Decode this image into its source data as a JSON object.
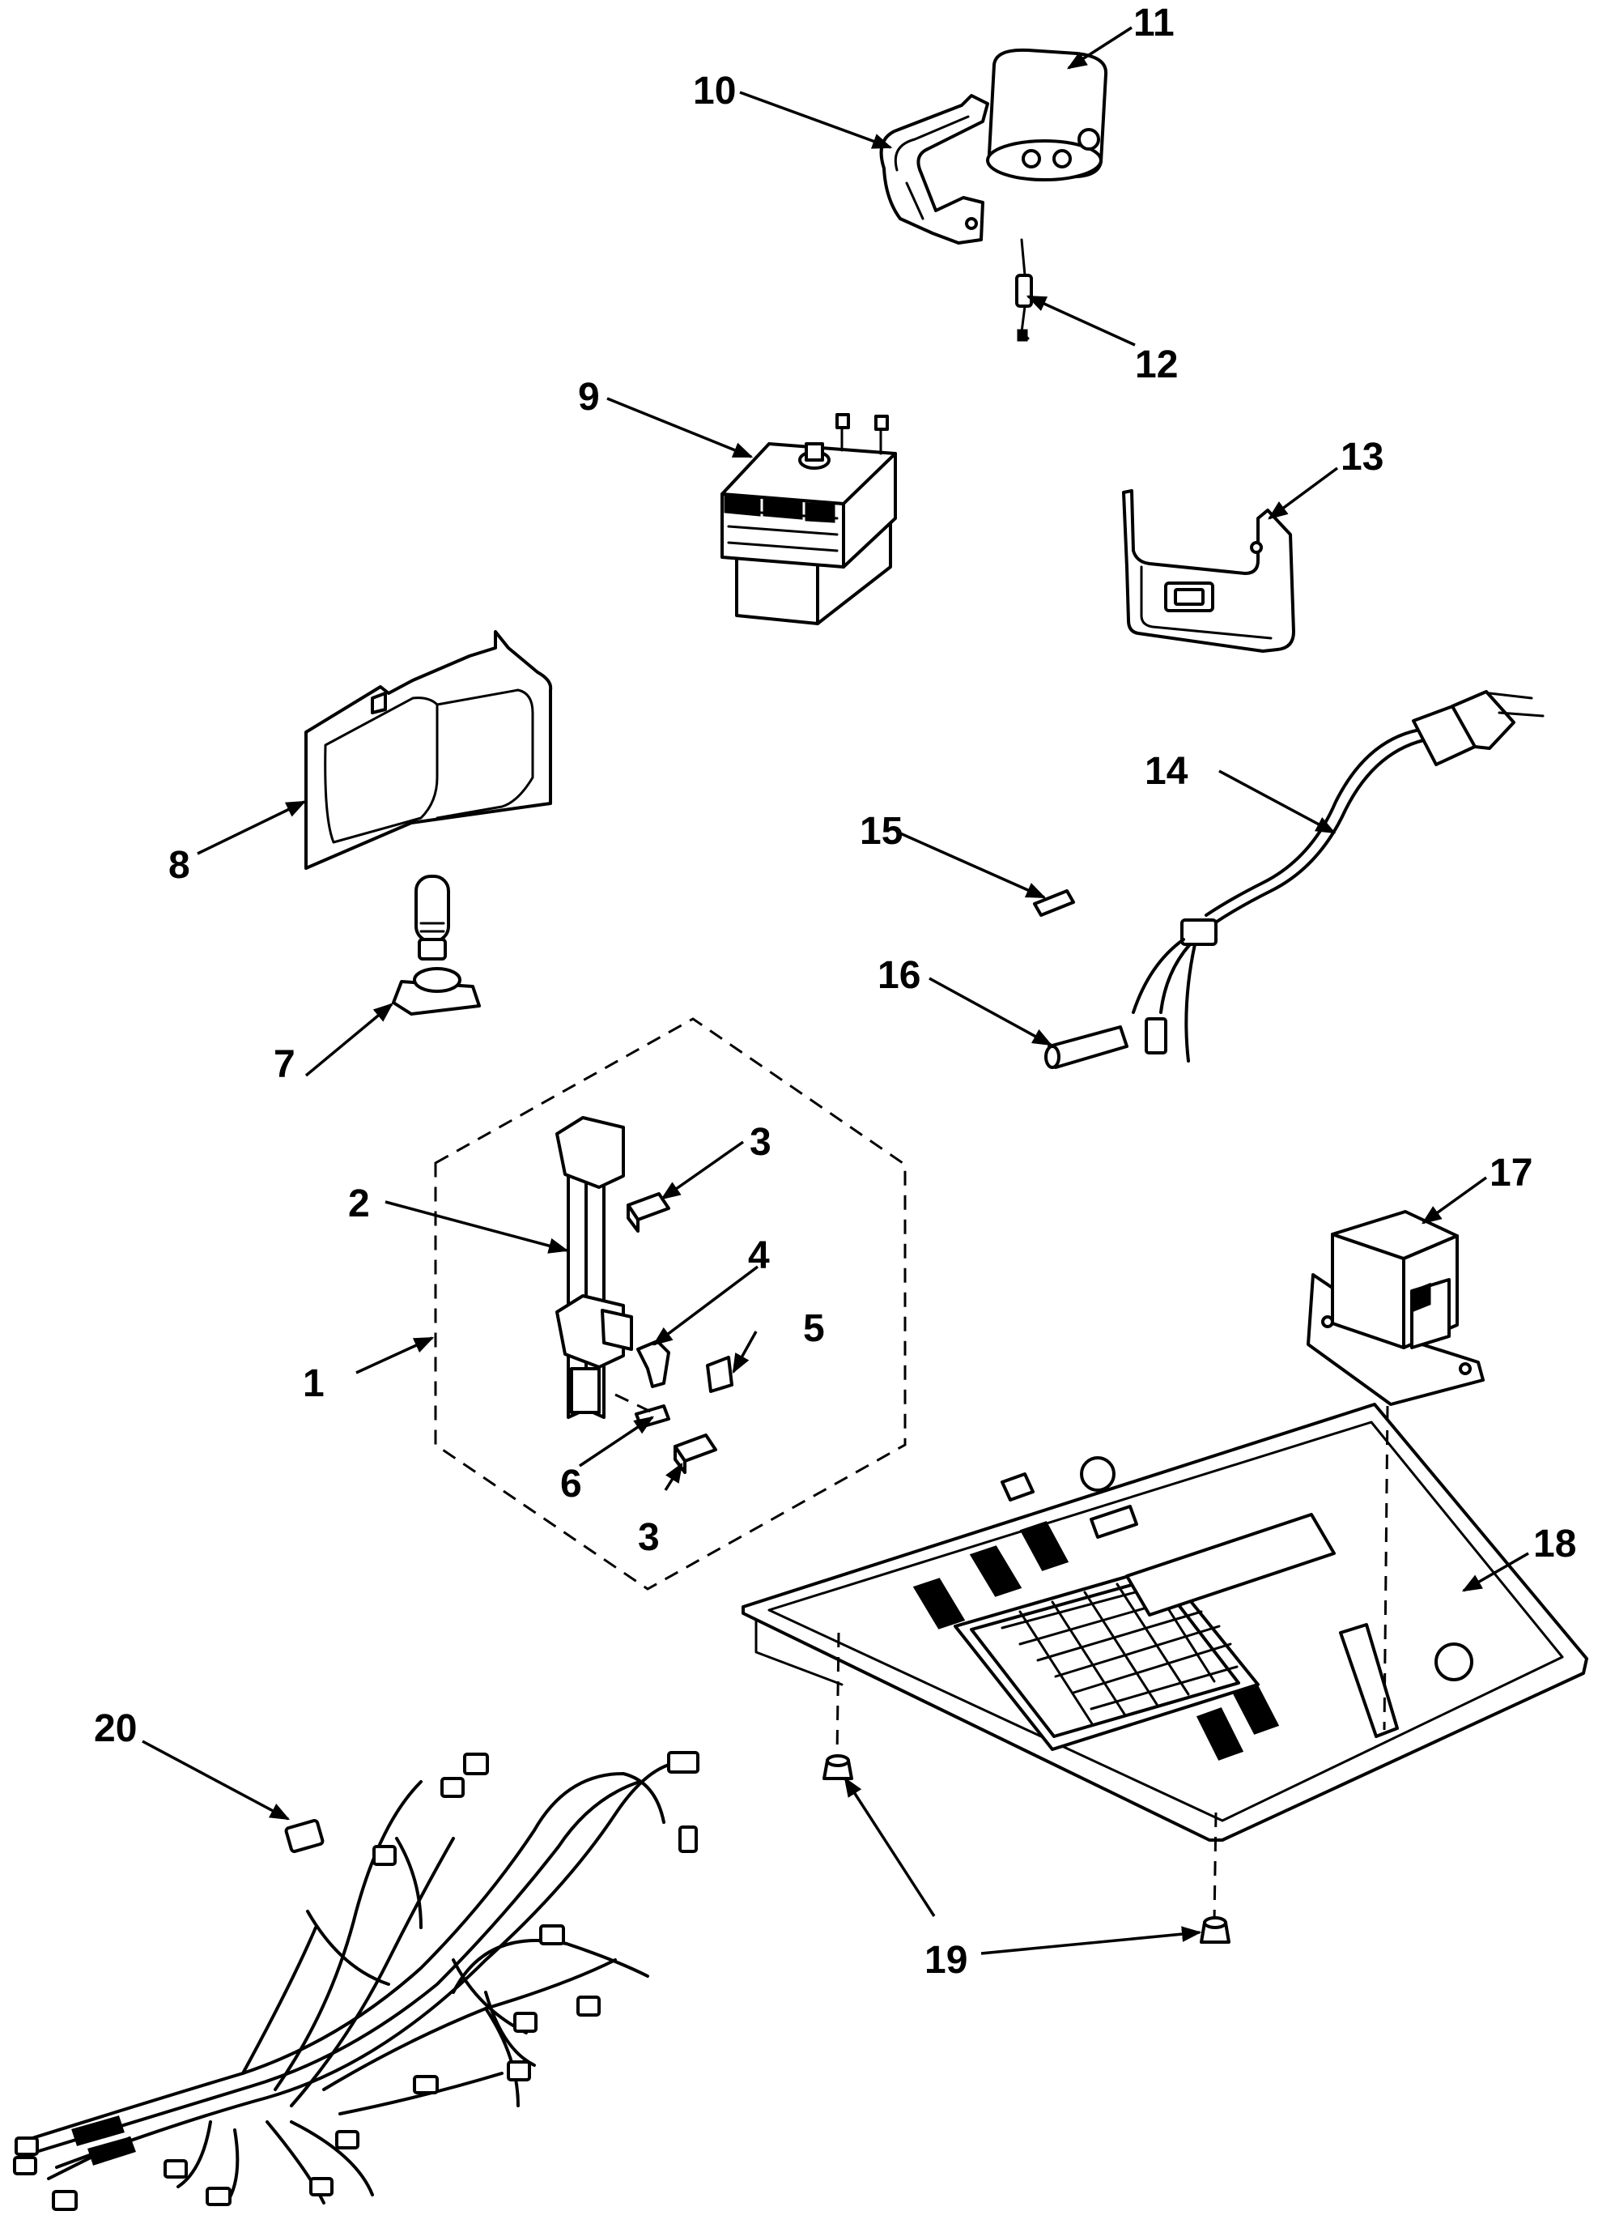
{
  "diagram": {
    "callouts": [
      {
        "id": "1",
        "label": "1"
      },
      {
        "id": "2",
        "label": "2"
      },
      {
        "id": "3a",
        "label": "3"
      },
      {
        "id": "3b",
        "label": "3"
      },
      {
        "id": "4",
        "label": "4"
      },
      {
        "id": "5",
        "label": "5"
      },
      {
        "id": "6",
        "label": "6"
      },
      {
        "id": "7",
        "label": "7"
      },
      {
        "id": "8",
        "label": "8"
      },
      {
        "id": "9",
        "label": "9"
      },
      {
        "id": "10",
        "label": "10"
      },
      {
        "id": "11",
        "label": "11"
      },
      {
        "id": "12",
        "label": "12"
      },
      {
        "id": "13",
        "label": "13"
      },
      {
        "id": "14",
        "label": "14"
      },
      {
        "id": "15",
        "label": "15"
      },
      {
        "id": "16",
        "label": "16"
      },
      {
        "id": "17",
        "label": "17"
      },
      {
        "id": "18",
        "label": "18"
      },
      {
        "id": "19",
        "label": "19"
      },
      {
        "id": "20",
        "label": "20"
      }
    ]
  }
}
